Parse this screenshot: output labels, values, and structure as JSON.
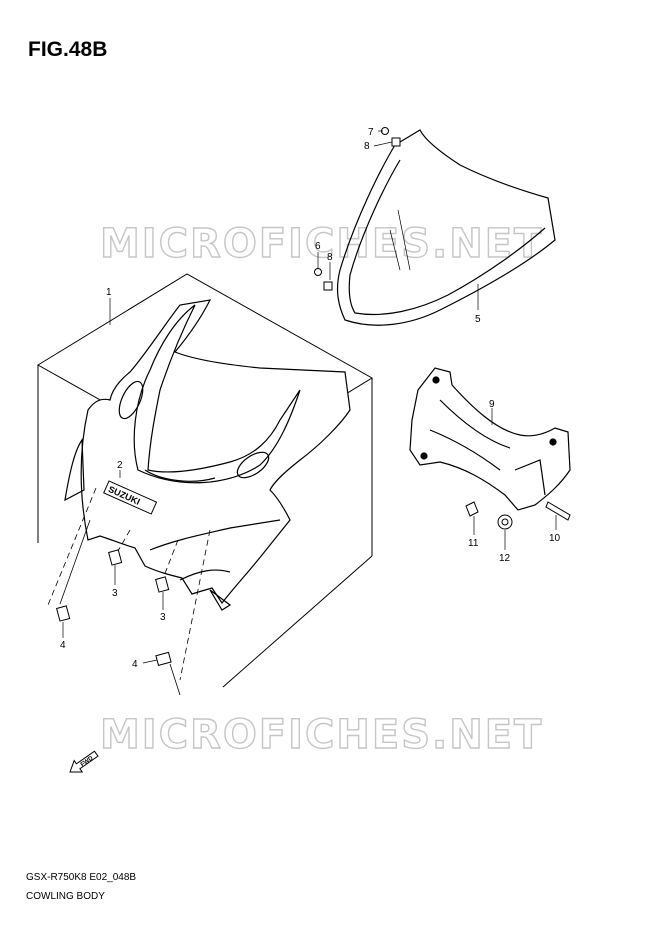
{
  "figure": {
    "title": "FIG.48B",
    "model_code": "GSX-R750K8 E02_048B",
    "section_name": "COWLING BODY"
  },
  "watermark": {
    "text": "MICROFICHES.NET",
    "color": "#c6c6c6"
  },
  "badges": {
    "suzuki": "SUZUKI",
    "fwd": "FWD"
  },
  "callouts": {
    "p1": "1",
    "p2": "2",
    "p3a": "3",
    "p3b": "3",
    "p4a": "4",
    "p4b": "4",
    "p5": "5",
    "p6": "6",
    "p7": "7",
    "p8a": "8",
    "p8b": "8",
    "p9": "9",
    "p10": "10",
    "p11": "11",
    "p12": "12"
  }
}
